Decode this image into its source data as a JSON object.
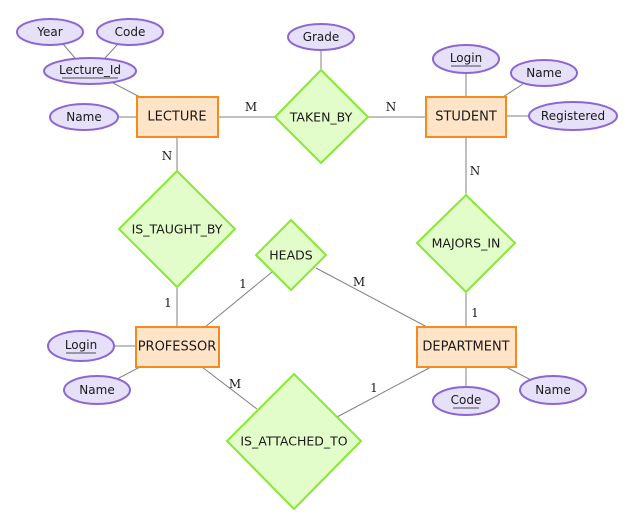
{
  "diagram": {
    "type": "er-diagram",
    "entities": [
      {
        "id": "lecture",
        "label": "LECTURE"
      },
      {
        "id": "student",
        "label": "STUDENT"
      },
      {
        "id": "professor",
        "label": "PROFESSOR"
      },
      {
        "id": "department",
        "label": "DEPARTMENT"
      }
    ],
    "relationships": [
      {
        "id": "taken_by",
        "label": "TAKEN_BY"
      },
      {
        "id": "is_taught_by",
        "label": "IS_TAUGHT_BY"
      },
      {
        "id": "heads",
        "label": "HEADS"
      },
      {
        "id": "majors_in",
        "label": "MAJORS_IN"
      },
      {
        "id": "is_attached_to",
        "label": "IS_ATTACHED_TO"
      }
    ],
    "attributes": [
      {
        "id": "lecture_year",
        "label": "Year",
        "owner": "lecture_id",
        "key": false
      },
      {
        "id": "lecture_code",
        "label": "Code",
        "owner": "lecture_id",
        "key": false
      },
      {
        "id": "lecture_id",
        "label": "Lecture_Id",
        "owner": "lecture",
        "key": true
      },
      {
        "id": "lecture_name",
        "label": "Name",
        "owner": "lecture",
        "key": false
      },
      {
        "id": "taken_by_grade",
        "label": "Grade",
        "owner": "taken_by",
        "key": false
      },
      {
        "id": "student_login",
        "label": "Login",
        "owner": "student",
        "key": true
      },
      {
        "id": "student_name",
        "label": "Name",
        "owner": "student",
        "key": false
      },
      {
        "id": "student_registered",
        "label": "Registered",
        "owner": "student",
        "key": false
      },
      {
        "id": "professor_login",
        "label": "Login",
        "owner": "professor",
        "key": true
      },
      {
        "id": "professor_name",
        "label": "Name",
        "owner": "professor",
        "key": false
      },
      {
        "id": "department_code",
        "label": "Code",
        "owner": "department",
        "key": true
      },
      {
        "id": "department_name",
        "label": "Name",
        "owner": "department",
        "key": false
      }
    ],
    "links": [
      {
        "from": "lecture",
        "to": "taken_by",
        "cardinality": "M"
      },
      {
        "from": "taken_by",
        "to": "student",
        "cardinality": "N"
      },
      {
        "from": "lecture",
        "to": "is_taught_by",
        "cardinality": "N"
      },
      {
        "from": "is_taught_by",
        "to": "professor",
        "cardinality": "1"
      },
      {
        "from": "professor",
        "to": "heads",
        "cardinality": "1"
      },
      {
        "from": "heads",
        "to": "department",
        "cardinality": "M"
      },
      {
        "from": "student",
        "to": "majors_in",
        "cardinality": "N"
      },
      {
        "from": "majors_in",
        "to": "department",
        "cardinality": "1"
      },
      {
        "from": "professor",
        "to": "is_attached_to",
        "cardinality": "M"
      },
      {
        "from": "is_attached_to",
        "to": "department",
        "cardinality": "1"
      }
    ],
    "colors": {
      "entity_fill": "#ffe4c8",
      "entity_stroke": "#f58a1f",
      "relation_fill": "#e2fcca",
      "relation_stroke": "#87e834",
      "attribute_fill": "#e6e0f8",
      "attribute_stroke": "#8b67d6",
      "edge": "#808080"
    }
  }
}
